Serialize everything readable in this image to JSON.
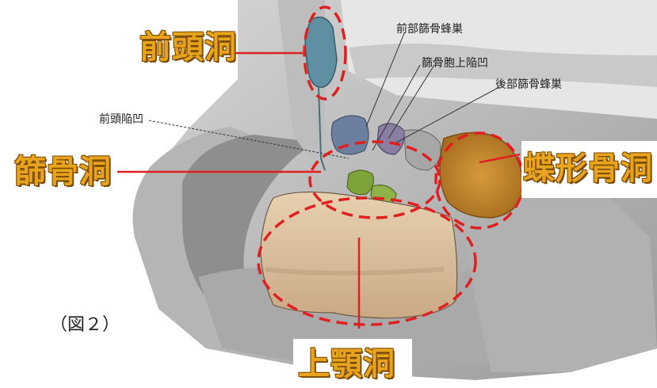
{
  "labels": {
    "frontal_sinus": "前頭洞",
    "ethmoid_sinus": "篩骨洞",
    "sphenoid_sinus": "蝶形骨洞",
    "maxillary_sinus": "上顎洞",
    "anterior_ethmoid_cells": "前部篩骨蜂巣",
    "ethmoid_bulla_recess": "篩骨胞上陥凹",
    "posterior_ethmoid_cells": "後部篩骨蜂巣",
    "frontal_recess": "前頭陥凹",
    "figure_number": "（図２）"
  },
  "colors": {
    "big_label": "#e8a41c",
    "annotation_red": "#e02020",
    "frontal_sinus": "#5f8fa3",
    "ethmoid_cells": "#6d7f9e",
    "ethmoid_green": "#7da33a",
    "sphenoid": "#c4882f",
    "maxillary": "#d9c1a0"
  }
}
